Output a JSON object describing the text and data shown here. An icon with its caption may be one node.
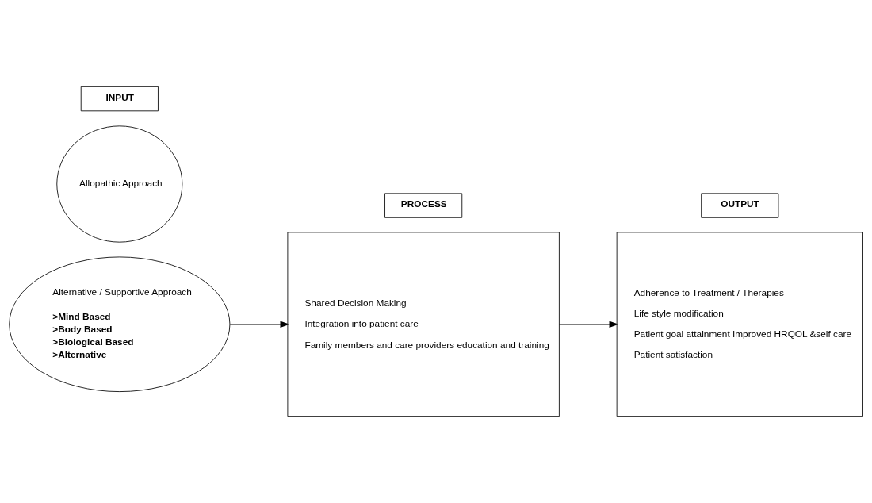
{
  "diagram": {
    "nodes": [
      {
        "text": [
          "INPUT"
        ]
      },
      {
        "text": [
          "PROCESS"
        ]
      },
      {
        "text": [
          "OUTPUT"
        ]
      },
      {
        "text": [
          "Allopathic Approach"
        ]
      },
      {
        "text": [
          "Alternative / Supportive Approach",
          ">Mind Based",
          ">Body Based",
          ">Biological Based",
          ">Alternative"
        ]
      },
      {
        "text": [
          "Shared Decision Making",
          "Integration into patient care",
          "Family members and care providers education and training"
        ]
      },
      {
        "text": [
          "Adherence to Treatment / Therapies",
          "Life style modification",
          "Patient goal attainment Improved HRQOL &self care",
          "Patient satisfaction"
        ]
      }
    ],
    "edges": [
      {
        "from": 4,
        "to": 5,
        "arrow": "to"
      },
      {
        "from": 5,
        "to": 6,
        "arrow": "to"
      }
    ]
  }
}
